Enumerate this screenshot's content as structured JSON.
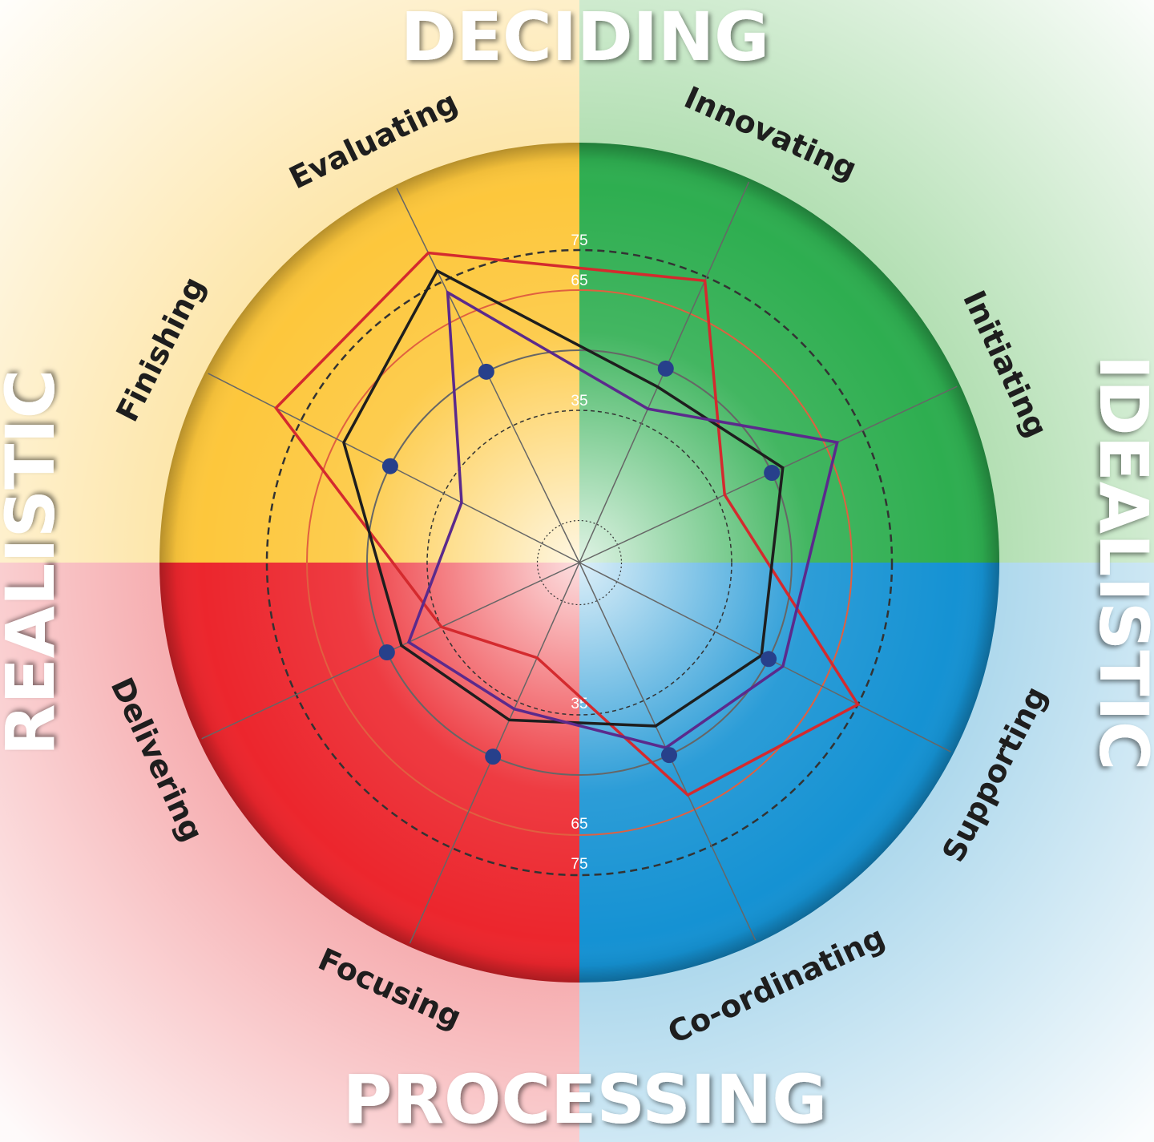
{
  "chart_data": {
    "type": "radar",
    "quadrant_titles": {
      "top": "DECIDING",
      "right": "IDEALISTIC",
      "bottom": "PROCESSING",
      "left": "REALISTIC"
    },
    "axes": [
      "Innovating",
      "Initiating",
      "Supporting",
      "Co-ordinating",
      "Focusing",
      "Delivering",
      "Finishing",
      "Evaluating"
    ],
    "rings": [
      {
        "value": 7.5,
        "style": "dotted",
        "label": ""
      },
      {
        "value": 35,
        "style": "dashed",
        "label": "35"
      },
      {
        "value": 50,
        "style": "solid-gray",
        "label": ""
      },
      {
        "value": 65,
        "style": "solid-orange",
        "label": "65"
      },
      {
        "value": 75,
        "style": "dashed",
        "label": "75"
      }
    ],
    "series": [
      {
        "name": "red",
        "color": "#d42a2e",
        "values": [
          74,
          37,
          75,
          61,
          23,
          35,
          82,
          83
        ]
      },
      {
        "name": "black",
        "color": "#1e1e1e",
        "values": [
          45,
          53,
          48,
          42,
          40,
          46,
          63,
          78
        ]
      },
      {
        "name": "purple",
        "color": "#5b2a8c",
        "values": [
          39,
          68,
          54,
          48,
          37,
          44,
          30,
          72
        ]
      },
      {
        "name": "blue-dots",
        "color": "#27408b",
        "values": [
          50,
          50,
          50,
          50,
          50,
          50,
          50,
          50
        ]
      }
    ],
    "quadrant_colors": {
      "deciding": "#fdc73c",
      "idealistic": "#2eae50",
      "processing_right": "#1592d3",
      "processing_left": "#ec262d"
    }
  }
}
